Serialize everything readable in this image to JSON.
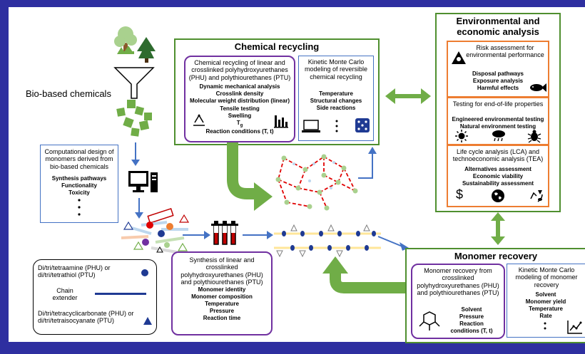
{
  "left": {
    "bio_label": "Bio-based chemicals",
    "comp_title": "Computational design of monomers derived from bio-based chemicals",
    "comp_items": [
      "Synthesis pathways",
      "Functionality",
      "Toxicity"
    ]
  },
  "legend": {
    "amine": "Di/tri/tetraamine (PHU) or di/tri/tetrathiol (PTU)",
    "chain": "Chain extender",
    "carbonate": "Di/tri/tetracyclicarbonate (PHU) or di/tri/tetraisocyanate (PTU)"
  },
  "synthesis": {
    "title": "Synthesis of linear and crosslinked polyhydroxyurethanes (PHU) and polythiourethanes (PTU)",
    "items": [
      "Monomer identity",
      "Monomer composition",
      "Temperature",
      "Pressure",
      "Reaction time"
    ]
  },
  "chem": {
    "header": "Chemical recycling",
    "main_title": "Chemical recycling of linear and crosslinked polyhydroxyurethanes (PHU) and polythiourethanes (PTU)",
    "main_items": [
      "Dynamic mechanical analysis",
      "Crosslink density",
      "Molecular weight distribution (linear)",
      "Tensile testing",
      "Swelling",
      "T",
      "Reaction conditions (T, t)"
    ],
    "tg_sub": "g",
    "kmc_title": "Kinetic Monte Carlo modeling of reversible chemical recycling",
    "kmc_items": [
      "Temperature",
      "Structural changes",
      "Side reactions"
    ]
  },
  "env": {
    "header": "Environmental and economic analysis",
    "risk_title": "Risk assessment for environmental performance",
    "risk_items": [
      "Disposal pathways",
      "Exposure analysis",
      "Harmful effects"
    ],
    "test_title": "Testing for end-of-life properties",
    "test_items": [
      "Engineered environmental testing",
      "Natural environment testing"
    ],
    "lca_title": "Life cycle analysis (LCA) and technoeconomic analysis (TEA)",
    "lca_items": [
      "Alternatives assessment",
      "Economic viability",
      "Sustainability assessment"
    ],
    "dollar": "$"
  },
  "monomer": {
    "header": "Monomer recovery",
    "rec_title": "Monomer recovery from crosslinked polyhydroxyurethanes (PHU) and polythiourethanes (PTU)",
    "rec_items": [
      "Solvent",
      "Pressure",
      "Reaction",
      "conditions (T, t)"
    ],
    "kmc_title": "Kinetic Monte Carlo modeling of monomer recovery",
    "kmc_items": [
      "Solvent",
      "Monomer yield",
      "Temperature",
      "Rate"
    ]
  },
  "colors": {
    "frame": "#2e2fa0",
    "green_box": "#4f8f2f",
    "purple_box": "#7030a0",
    "blue_box": "#4472c4",
    "orange_box": "#ed7d31",
    "big_arrow": "#70ad47",
    "small_arrow": "#4472c4",
    "leaf_green": "#70ad47"
  }
}
